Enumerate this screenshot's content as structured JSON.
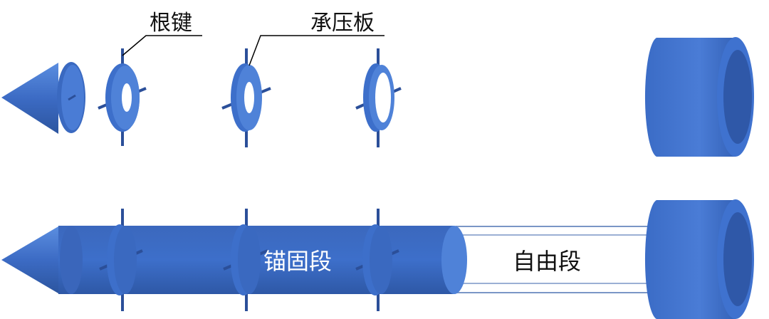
{
  "labels": {
    "root_key": "根键",
    "bearing_plate": "承压板",
    "anchor_section": "锚固段",
    "free_section": "自由段"
  },
  "colors": {
    "blue_main": "#3d6fca",
    "blue_light": "#4f82d8",
    "blue_dark": "#2f58a8",
    "blue_rod": "#2b4f99",
    "line_black": "#000000",
    "free_line": "#7a96c6"
  }
}
